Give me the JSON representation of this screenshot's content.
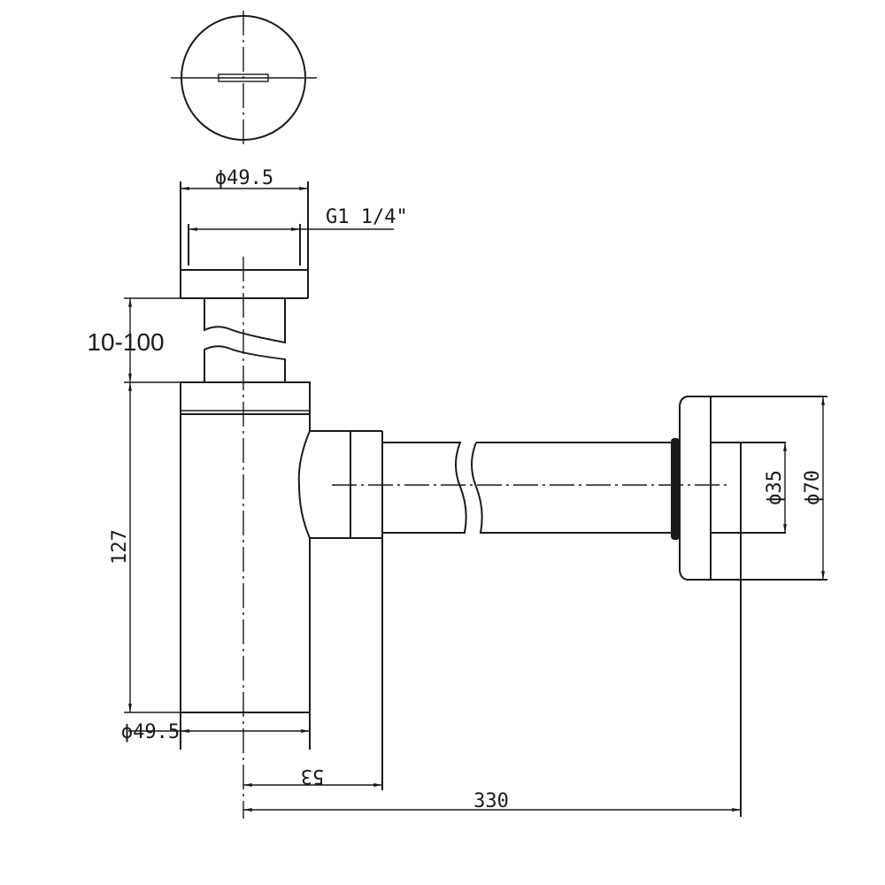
{
  "drawing": {
    "title": "Bottle trap technical drawing",
    "line_color": "#1a1a1a",
    "background": "#ffffff",
    "dimensions": {
      "top_diameter": "ϕ49.5",
      "thread": "G1 1/4\"",
      "height_adjust": "10-100",
      "body_height": "127",
      "bottom_diameter": "ϕ49.5",
      "outlet_offset": "53",
      "total_length": "330",
      "pipe_diameter": "ϕ35",
      "flange_diameter": "ϕ70"
    }
  }
}
